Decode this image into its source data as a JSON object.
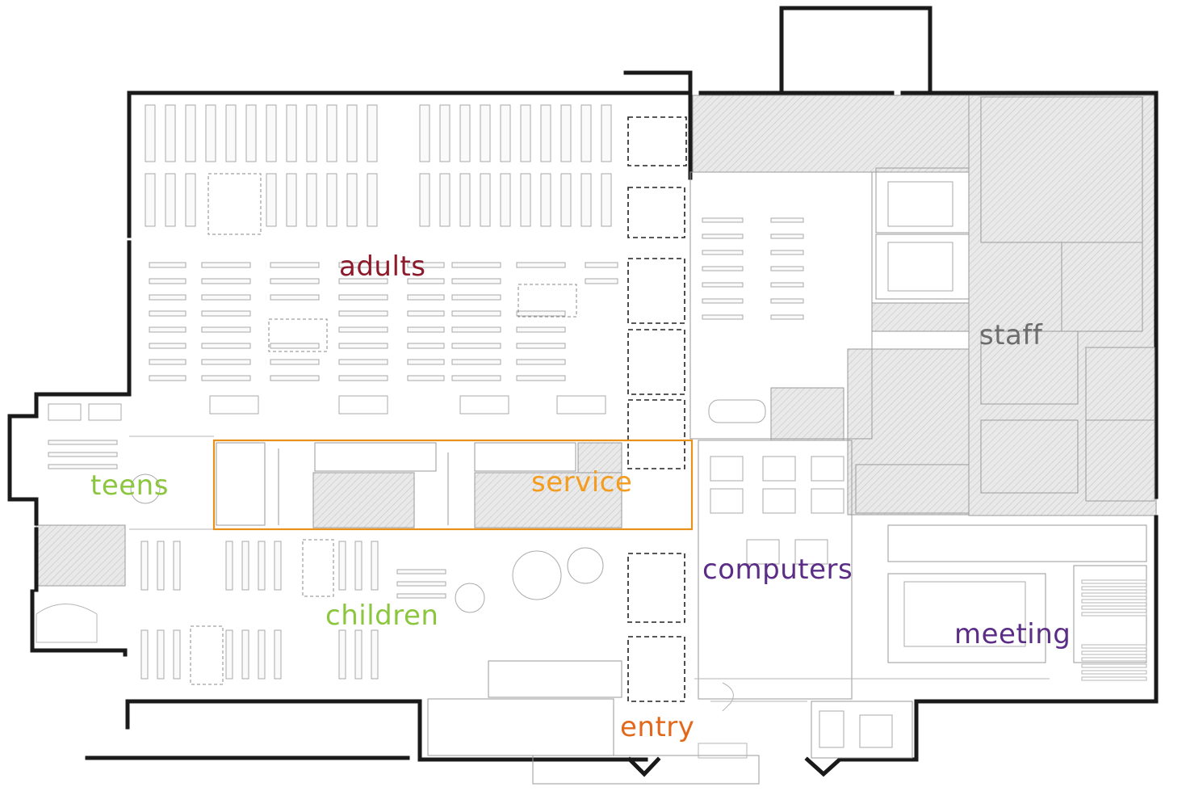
{
  "labels": {
    "adults": "adults",
    "teens": "teens",
    "service": "service",
    "children": "children",
    "computers": "computers",
    "staff": "staff",
    "meeting": "meeting",
    "entry": "entry"
  },
  "colors": {
    "adults": "#8b1a2a",
    "teens": "#8cc63f",
    "service": "#f39c1e",
    "children": "#8cc63f",
    "computers": "#5b2d86",
    "staff": "#6d6d6d",
    "meeting": "#5b2d86",
    "entry": "#e2681b",
    "service_outline": "#e8901a"
  }
}
